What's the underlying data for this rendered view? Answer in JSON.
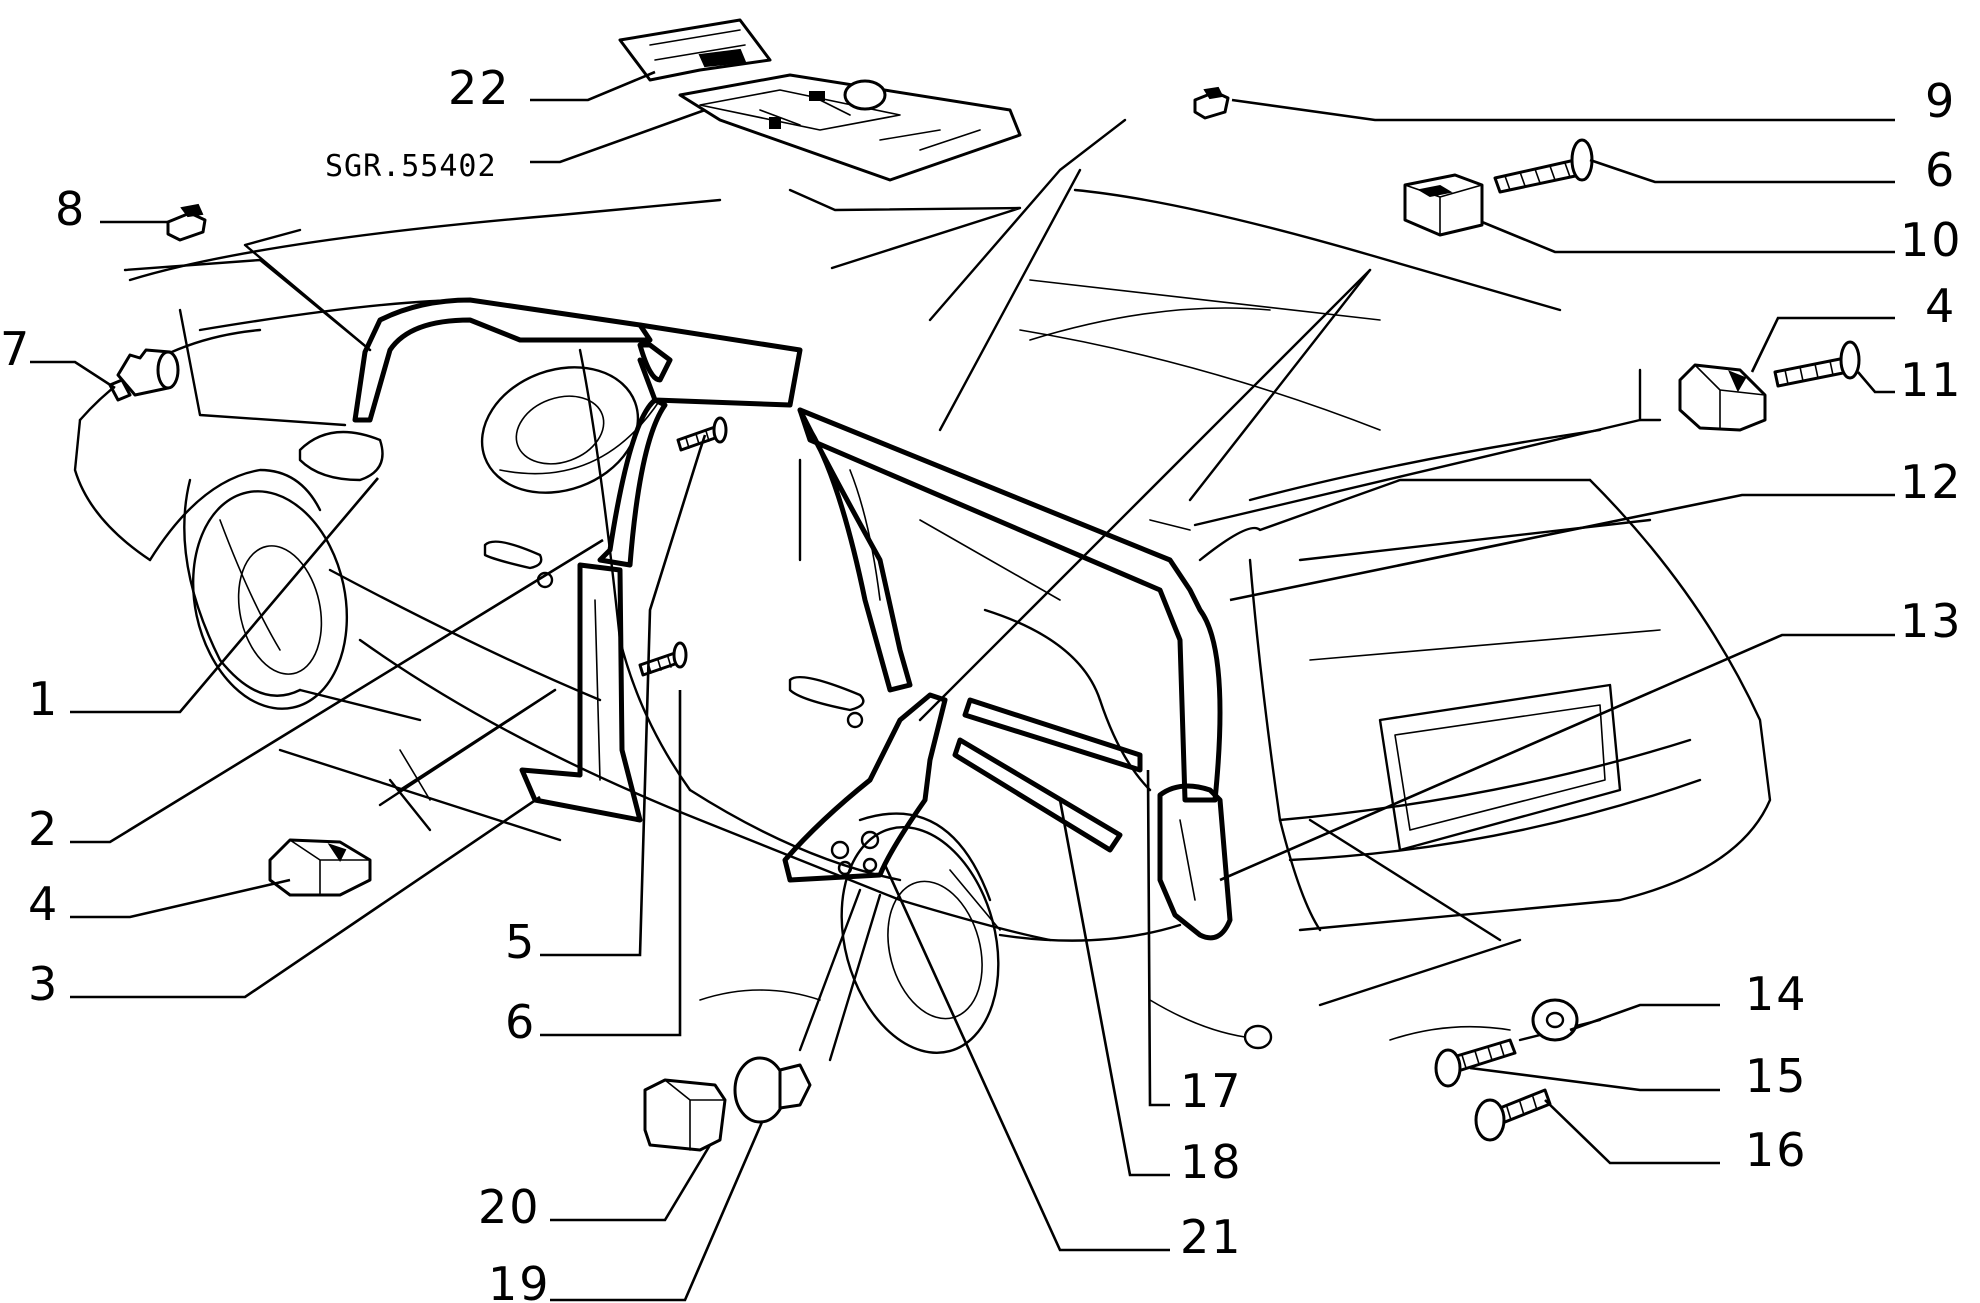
{
  "diagram": {
    "reference_code": "SGR.55402",
    "callouts": [
      {
        "id": "c22",
        "label": "22"
      },
      {
        "id": "c9",
        "label": "9"
      },
      {
        "id": "c6a",
        "label": "6"
      },
      {
        "id": "c10",
        "label": "10"
      },
      {
        "id": "c4a",
        "label": "4"
      },
      {
        "id": "c11",
        "label": "11"
      },
      {
        "id": "c12",
        "label": "12"
      },
      {
        "id": "c13",
        "label": "13"
      },
      {
        "id": "c8",
        "label": "8"
      },
      {
        "id": "c7",
        "label": "7"
      },
      {
        "id": "c1",
        "label": "1"
      },
      {
        "id": "c2",
        "label": "2"
      },
      {
        "id": "c4b",
        "label": "4"
      },
      {
        "id": "c3",
        "label": "3"
      },
      {
        "id": "c5",
        "label": "5"
      },
      {
        "id": "c6b",
        "label": "6"
      },
      {
        "id": "c14",
        "label": "14"
      },
      {
        "id": "c15",
        "label": "15"
      },
      {
        "id": "c16",
        "label": "16"
      },
      {
        "id": "c17",
        "label": "17"
      },
      {
        "id": "c18",
        "label": "18"
      },
      {
        "id": "c20",
        "label": "20"
      },
      {
        "id": "c21",
        "label": "21"
      },
      {
        "id": "c19",
        "label": "19"
      }
    ]
  }
}
